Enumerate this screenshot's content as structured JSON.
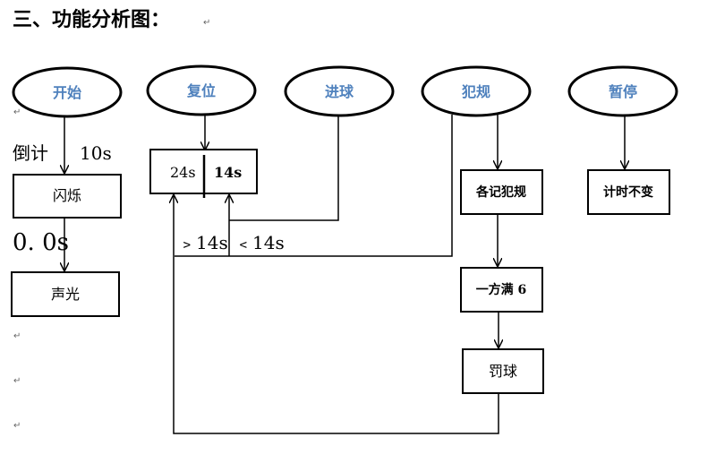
{
  "title": "三、功能分析图：",
  "nodes": {
    "start": "开始",
    "reset": "复位",
    "goal": "进球",
    "foul": "犯规",
    "pause": "暂停",
    "flash": "闪烁",
    "sound_light": "声光",
    "shot_24": "24s",
    "shot_14": "14s",
    "record_foul": "各记犯规",
    "one_side_6": "一方满 6",
    "free_throw": "罚球",
    "timer_hold": "计时不变"
  },
  "labels": {
    "countdown": "倒计",
    "ten_s": "10s",
    "zero": "0. 0s",
    "gt14": "﹥14s",
    "lt14": "﹤14s"
  },
  "paragraph_mark": "↵"
}
